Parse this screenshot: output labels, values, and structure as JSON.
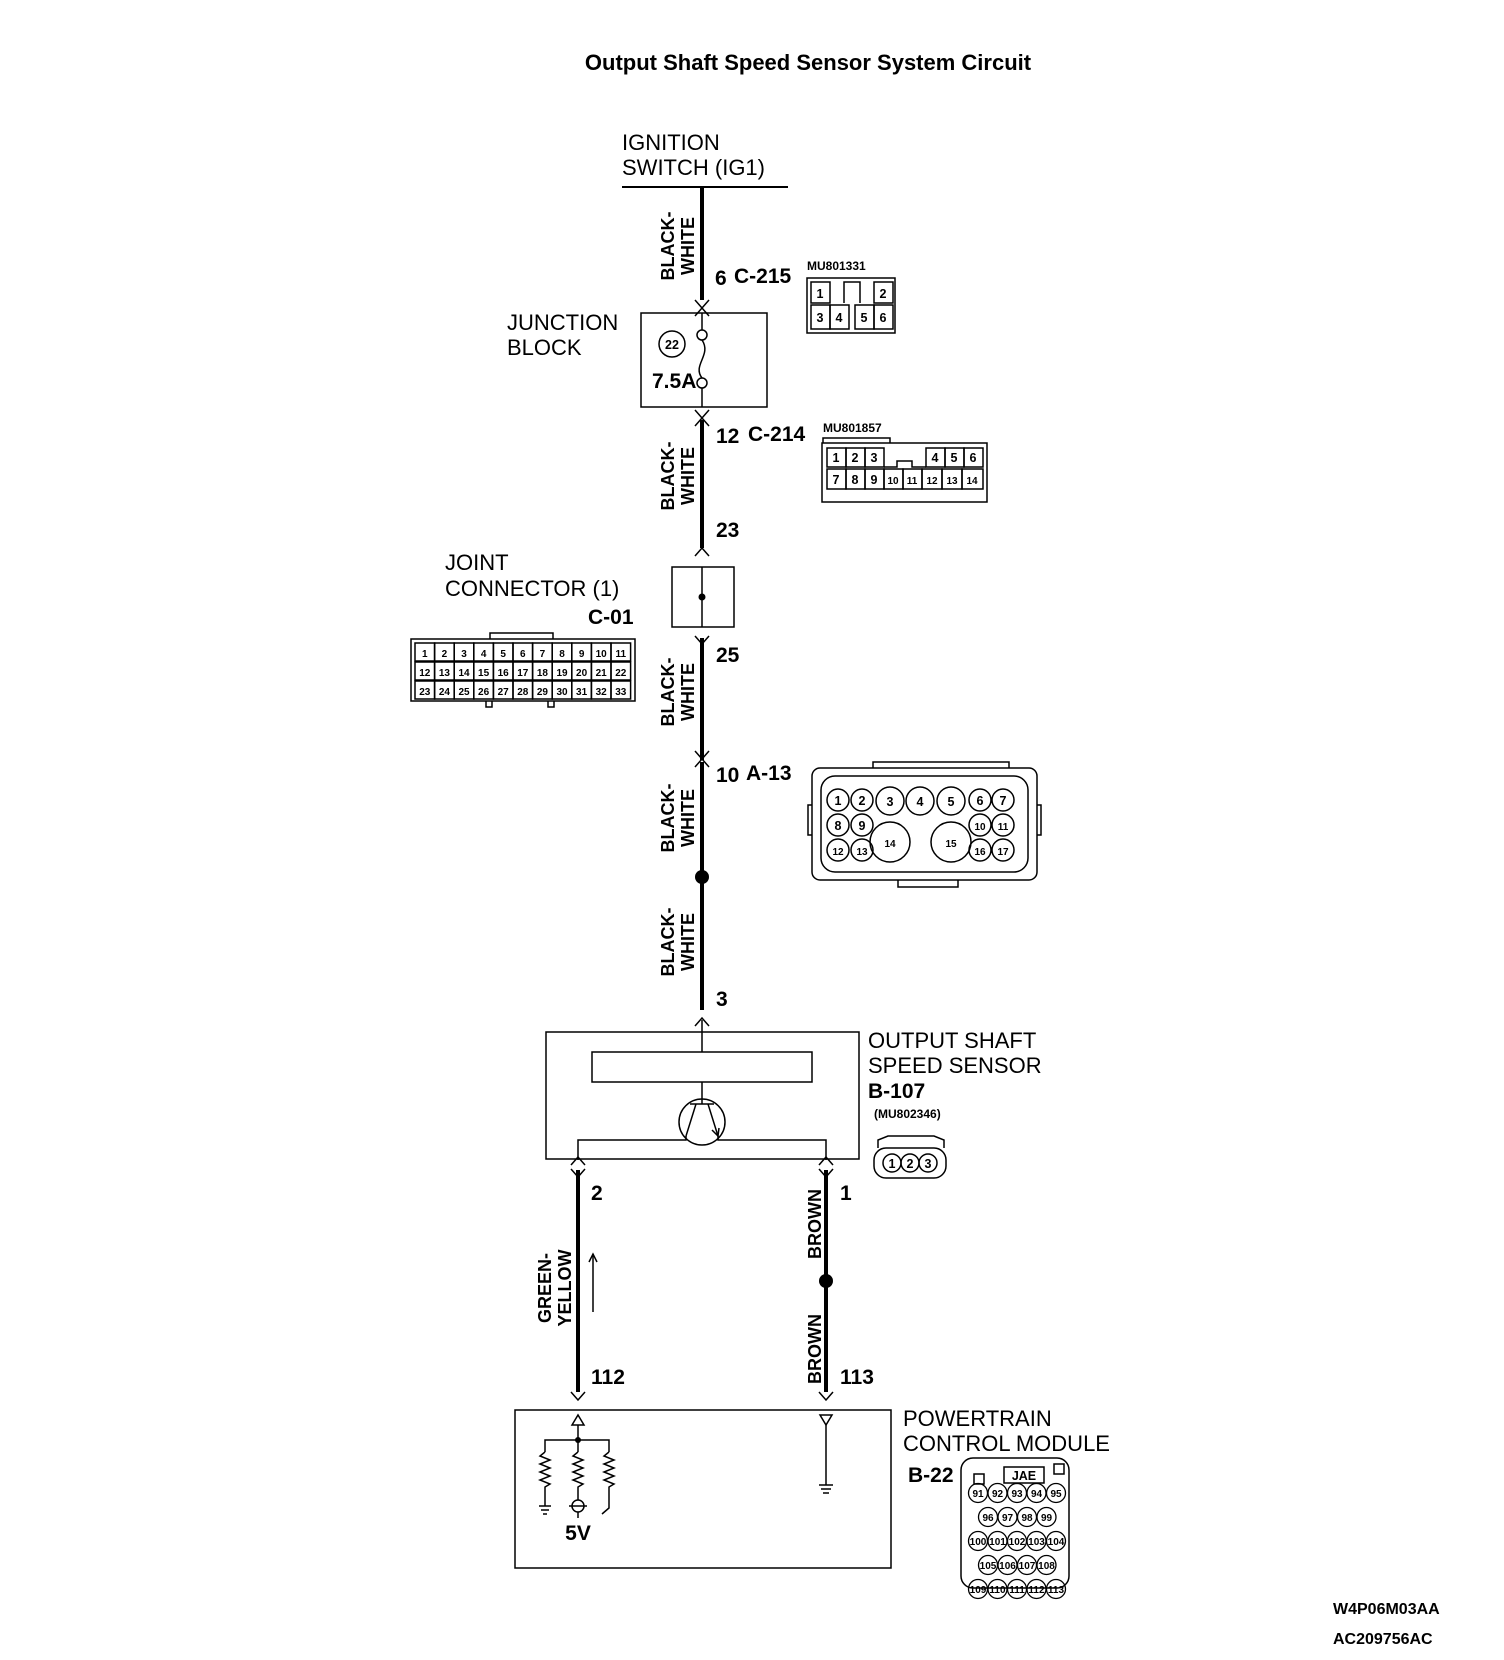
{
  "title": "Output Shaft Speed Sensor System Circuit",
  "ignition_switch": {
    "line1": "IGNITION",
    "line2": "SWITCH (IG1)"
  },
  "wires": {
    "bw_line1": "BLACK-",
    "bw_line2": "WHITE",
    "green_yellow_line1": "GREEN-",
    "green_yellow_line2": "YELLOW",
    "brown": "BROWN"
  },
  "connectors": {
    "c215": {
      "pin": "6",
      "name": "C-215",
      "part": "MU801331",
      "pins": [
        "1",
        "2",
        "3",
        "4",
        "5",
        "6"
      ]
    },
    "c214": {
      "pin": "12",
      "name": "C-214",
      "part": "MU801857",
      "pins": [
        "1",
        "2",
        "3",
        "4",
        "5",
        "6",
        "7",
        "8",
        "9",
        "10",
        "11",
        "12",
        "13",
        "14"
      ]
    },
    "c01": {
      "pin_in": "23",
      "pin_out": "25",
      "name": "C-01",
      "pins": [
        "1",
        "2",
        "3",
        "4",
        "5",
        "6",
        "7",
        "8",
        "9",
        "10",
        "11",
        "12",
        "13",
        "14",
        "15",
        "16",
        "17",
        "18",
        "19",
        "20",
        "21",
        "22",
        "23",
        "24",
        "25",
        "26",
        "27",
        "28",
        "29",
        "30",
        "31",
        "32",
        "33"
      ]
    },
    "a13": {
      "pin": "10",
      "name": "A-13",
      "pins": [
        "1",
        "2",
        "3",
        "4",
        "5",
        "6",
        "7",
        "8",
        "9",
        "10",
        "11",
        "12",
        "13",
        "14",
        "15",
        "16",
        "17"
      ]
    },
    "b107": {
      "pin_top": "3",
      "pin_left": "2",
      "pin_right": "1",
      "name": "B-107",
      "part": "(MU802346)",
      "pins": [
        "1",
        "2",
        "3"
      ]
    },
    "b22": {
      "pin_left": "112",
      "pin_right": "113",
      "name": "B-22",
      "brand": "JAE",
      "pins": [
        "91",
        "92",
        "93",
        "94",
        "95",
        "96",
        "97",
        "98",
        "99",
        "100",
        "101",
        "102",
        "103",
        "104",
        "105",
        "106",
        "107",
        "108",
        "109",
        "110",
        "111",
        "112",
        "113"
      ]
    }
  },
  "junction_block": {
    "line1": "JUNCTION",
    "line2": "BLOCK",
    "fuse_no": "22",
    "fuse_rating": "7.5A"
  },
  "joint_connector": {
    "line1": "JOINT",
    "line2": "CONNECTOR (1)"
  },
  "sensor": {
    "line1": "OUTPUT SHAFT",
    "line2": "SPEED SENSOR"
  },
  "pcm": {
    "line1": "POWERTRAIN",
    "line2": "CONTROL MODULE",
    "voltage": "5V"
  },
  "footer": {
    "code1": "W4P06M03AA",
    "code2": "AC209756AC"
  }
}
